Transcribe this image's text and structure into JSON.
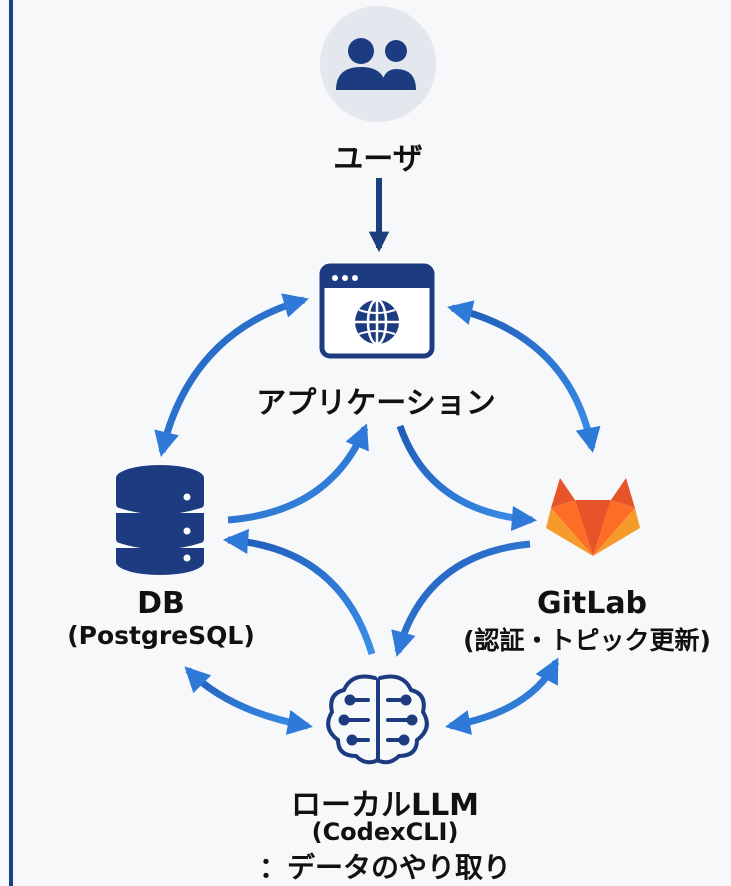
{
  "nodes": {
    "user": {
      "label": "ユーザ",
      "icon": "users-icon"
    },
    "application": {
      "label": "アプリケーション",
      "icon": "browser-globe-icon"
    },
    "db": {
      "title": "DB",
      "subtitle": "(PostgreSQL)",
      "icon": "database-icon"
    },
    "gitlab": {
      "title": "GitLab",
      "subtitle": "(認証・トピック更新)",
      "icon": "gitlab-fox-icon"
    },
    "llm": {
      "title": "ローカルLLM",
      "subtitle": "(CodexCLI)",
      "note": "：データのやり取り",
      "icon": "brain-circuit-icon"
    }
  },
  "colors": {
    "frame_bar": "#1f3f8a",
    "arrow_dark": "#1e3f7e",
    "arrow_blue": "#2f7ad8",
    "icon_dark": "#1d3b80",
    "icon_bg": "#e4e8ee",
    "gitlab_orange": "#e8542a",
    "gitlab_amber": "#f59b2c"
  }
}
